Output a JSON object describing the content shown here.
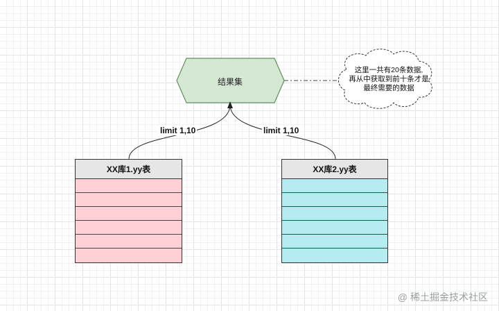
{
  "result_node": {
    "label": "结果集"
  },
  "note": {
    "lines": [
      "这里一共有20条数据,",
      "再从中获取到前十条才是",
      "最终需要的数据"
    ]
  },
  "edges": [
    {
      "label": "limit 1,10"
    },
    {
      "label": "limit 1,10"
    }
  ],
  "tables": [
    {
      "title": "XX库1.yy表",
      "color": "#ffd0d6",
      "rows": 6
    },
    {
      "title": "XX库2.yy表",
      "color": "#b5ecf1",
      "rows": 6
    }
  ],
  "watermark": {
    "symbol": "@",
    "text": "稀土掘金技术社区"
  }
}
